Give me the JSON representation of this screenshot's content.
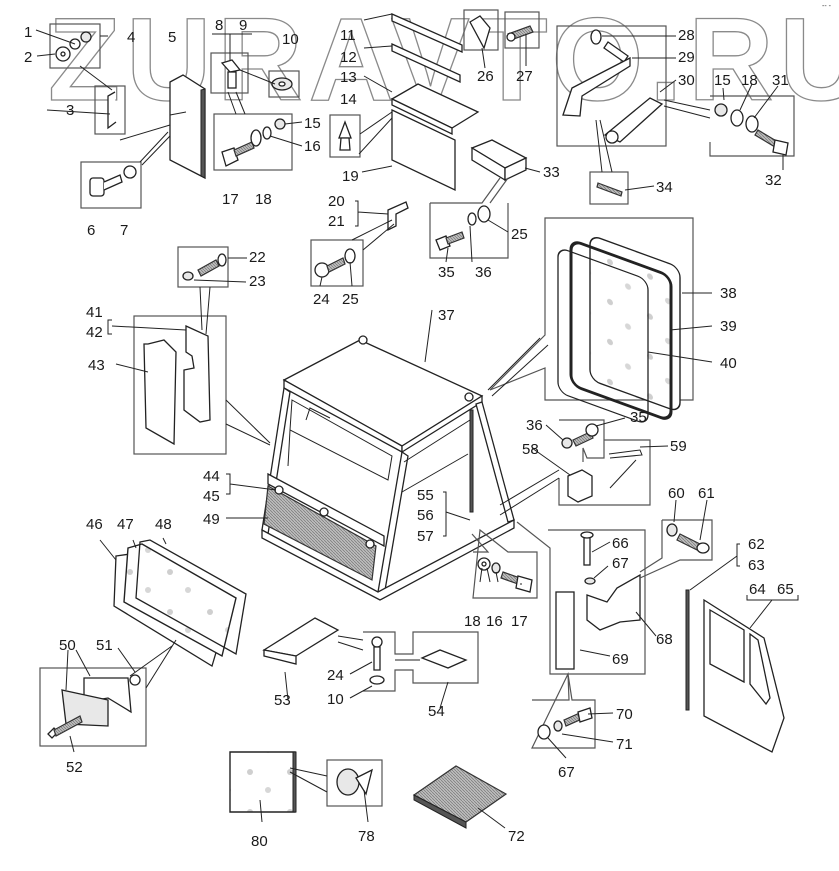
{
  "diagram": {
    "title": "Cab assembly exploded parts diagram",
    "watermark": "ZURAVTO.RU",
    "corner_mark": "-- -",
    "callouts": {
      "c1": "1",
      "c2": "2",
      "c3": "3",
      "c4": "4",
      "c5": "5",
      "c6": "6",
      "c7": "7",
      "c8": "8",
      "c9": "9",
      "c10a": "10",
      "c10b": "10",
      "c11": "11",
      "c12": "12",
      "c13": "13",
      "c14": "14",
      "c15a": "15",
      "c15b": "15",
      "c16a": "16",
      "c16b": "16",
      "c17a": "17",
      "c17b": "17",
      "c18a": "18",
      "c18b": "18",
      "c18c": "18",
      "c19": "19",
      "c20": "20",
      "c21": "21",
      "c22": "22",
      "c23": "23",
      "c24a": "24",
      "c24b": "24",
      "c25a": "25",
      "c25b": "25",
      "c26": "26",
      "c27": "27",
      "c28": "28",
      "c29": "29",
      "c30": "30",
      "c31": "31",
      "c32": "32",
      "c33": "33",
      "c34": "34",
      "c35a": "35",
      "c35b": "35",
      "c36a": "36",
      "c36b": "36",
      "c37": "37",
      "c38": "38",
      "c39": "39",
      "c40": "40",
      "c41": "41",
      "c42": "42",
      "c43": "43",
      "c44": "44",
      "c45": "45",
      "c46": "46",
      "c47": "47",
      "c48": "48",
      "c49": "49",
      "c50": "50",
      "c51": "51",
      "c52": "52",
      "c53": "53",
      "c54": "54",
      "c55": "55",
      "c56": "56",
      "c57": "57",
      "c58": "58",
      "c59": "59",
      "c60": "60",
      "c61": "61",
      "c62": "62",
      "c63": "63",
      "c64": "64",
      "c65": "65",
      "c66": "66",
      "c67a": "67",
      "c67b": "67",
      "c68": "68",
      "c69": "69",
      "c70": "70",
      "c71": "71",
      "c72": "72",
      "c78": "78",
      "c80": "80"
    }
  }
}
